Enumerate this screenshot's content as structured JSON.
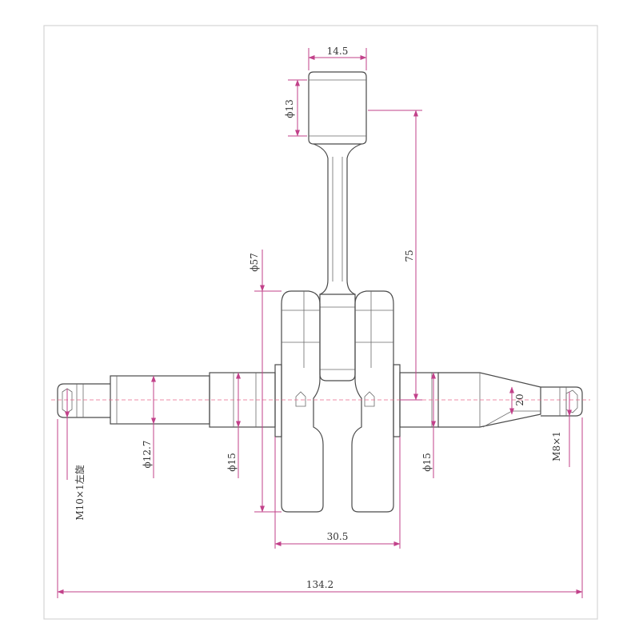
{
  "dimensions": {
    "pin_width": "14.5",
    "pin_diameter": "ϕ13",
    "web_diameter": "ϕ57",
    "rod_length": "75",
    "taper_dim": "20",
    "left_thread_diameter": "ϕ12.7",
    "left_main_diameter": "ϕ15",
    "right_main_diameter": "ϕ15",
    "left_thread_spec": "M10×1左旋",
    "right_thread_spec": "M8×1",
    "web_spacing": "30.5",
    "overall_length": "134.2"
  },
  "colors": {
    "dimension_lines": "#c2418a",
    "centerline": "#e86a8a",
    "part_outline": "#4a4a4a",
    "frame": "#d4d4d4"
  }
}
